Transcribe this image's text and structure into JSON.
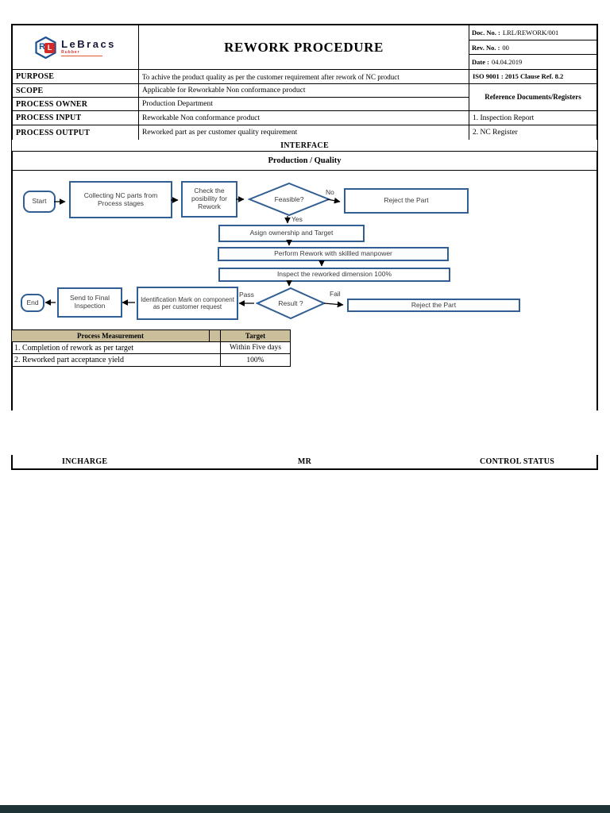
{
  "header": {
    "logo": {
      "brand": "LeBracs",
      "sub": "Rubber",
      "monogram_blue": "R",
      "monogram_red": "L"
    },
    "title": "REWORK PROCEDURE",
    "doc_no_label": "Doc. No. :",
    "doc_no": "LRL/REWORK/001",
    "rev_label": "Rev. No. :",
    "rev": "00",
    "date_label": "Date :",
    "date": "04.04.2019"
  },
  "info": {
    "purpose": {
      "label": "PURPOSE",
      "value": "To achive the product quality as per the customer requirement after rework of NC product"
    },
    "scope": {
      "label": "SCOPE",
      "value": "Applicable for Reworkable  Non conformance product"
    },
    "owner": {
      "label": "PROCESS OWNER",
      "value": "Production Department"
    },
    "input": {
      "label": "PROCESS INPUT",
      "value": "Reworkable Non conformance product"
    },
    "output": {
      "label": "PROCESS OUTPUT",
      "value": "Reworked part as per customer quality requirement"
    },
    "iso": "ISO 9001 : 2015 Clause Ref. 8.2",
    "ref_docs": "Reference Documents/Registers",
    "ref1": "1. Inspection Report",
    "ref2": "2. NC Register"
  },
  "interface": {
    "title": "INTERFACE",
    "subtitle": "Production / Quality"
  },
  "flowchart": {
    "accent_color": "#315f93",
    "start": "Start",
    "collect": "Collecting NC parts from Process stages",
    "check": "Check the posibility for Rework",
    "feasible": "Feasible?",
    "no": "No",
    "yes": "Yes",
    "reject_top": "Reject the Part",
    "assign": "Asign ownership and Target",
    "perform": "Perform Rework  with skillled manpower",
    "inspect": "Inspect  the reworked dimension 100%",
    "result": "Result ?",
    "pass": "Pass",
    "fail": "Fail",
    "identification": "Identification Mark on component as per customer request",
    "send": "Send to Final Inspection",
    "end": "End",
    "reject_bottom": "Reject the Part"
  },
  "measurement": {
    "header_bg": "#cbbf9b",
    "col1": "Process Measurement",
    "col2": "",
    "col3": "Target",
    "rows": [
      {
        "name": "1. Completion of rework as per target",
        "target": "Within Five days"
      },
      {
        "name": "2. Reworked part acceptance yield",
        "target": "100%"
      }
    ]
  },
  "footer": {
    "incharge": "INCHARGE",
    "mr": "MR",
    "control": "CONTROL STATUS"
  },
  "page": {
    "bottom_bar_color": "#1e3336"
  }
}
